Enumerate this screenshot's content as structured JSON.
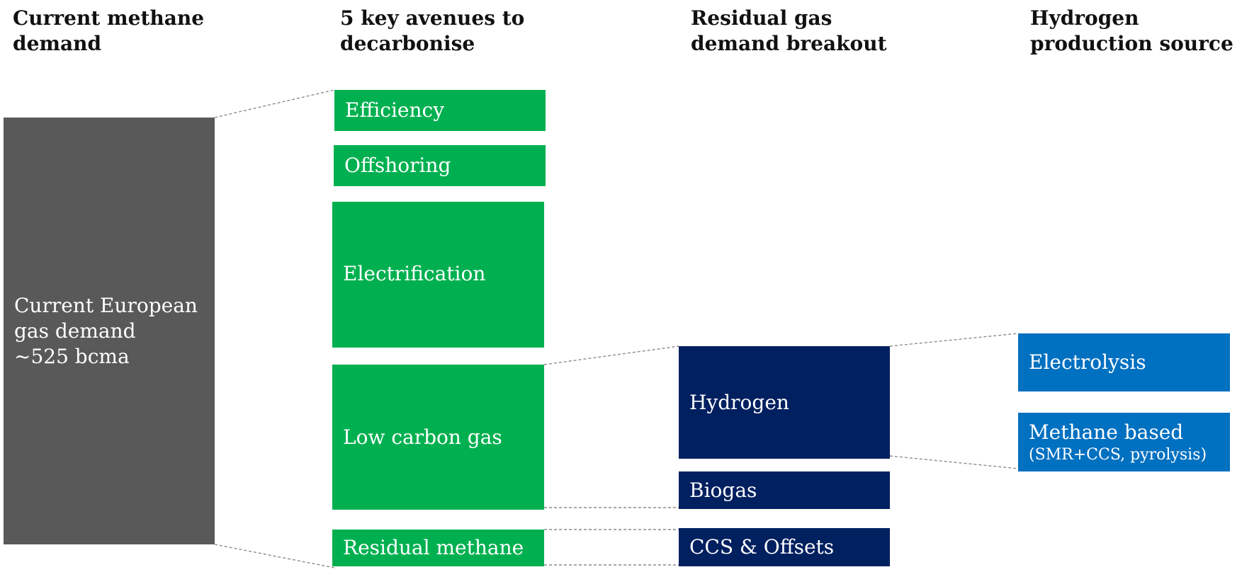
{
  "headers": {
    "col1": [
      "Current methane",
      "demand"
    ],
    "col2": [
      "5 key avenues to",
      "decarbonise"
    ],
    "col3": [
      "Residual gas",
      "demand breakout"
    ],
    "col4": [
      "Hydrogen",
      "production source"
    ]
  },
  "demand": {
    "lines": [
      "Current European",
      "gas demand",
      "~525 bcma"
    ]
  },
  "avenues": {
    "efficiency": "Efficiency",
    "offshoring": "Offshoring",
    "electrification": "Electrification",
    "low_carbon_gas": "Low carbon gas",
    "residual_methane": "Residual methane"
  },
  "residual_breakout": {
    "hydrogen": "Hydrogen",
    "biogas": "Biogas",
    "ccs_offsets": "CCS & Offsets"
  },
  "hydrogen_sources": {
    "electrolysis": "Electrolysis",
    "methane_based": "Methane based",
    "methane_based_detail": "(SMR+CCS, pyrolysis)"
  },
  "colors": {
    "demand": "#595959",
    "avenues": "#00b050",
    "residual": "#002060",
    "hydrogen_sources": "#0070c0",
    "connector": "#8c8c8c"
  }
}
